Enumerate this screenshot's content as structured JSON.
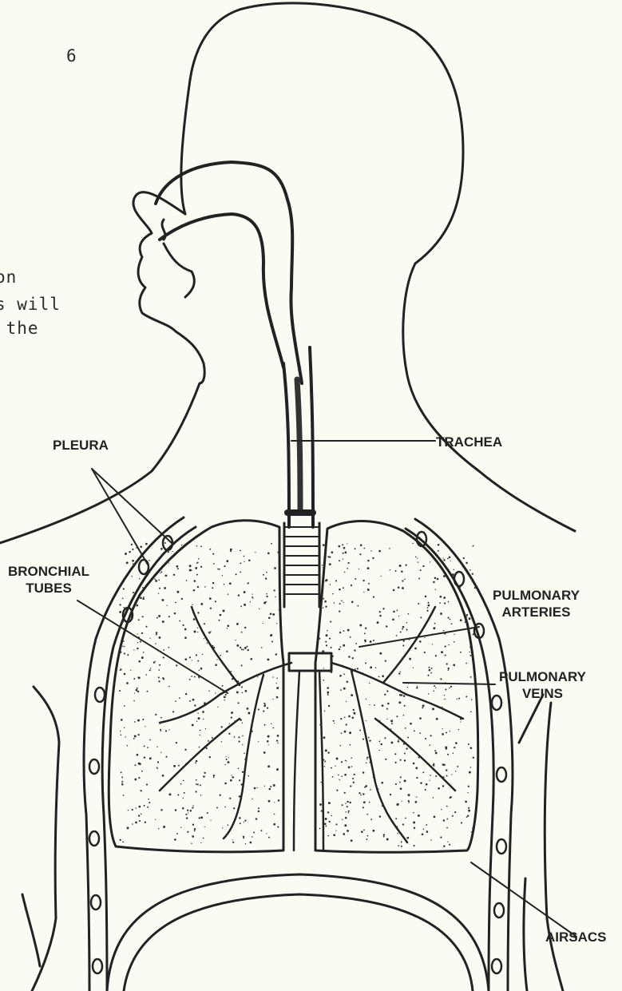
{
  "page": {
    "page_number": "6",
    "fragment_lines": [
      ".",
      "on",
      "s will",
      " the"
    ]
  },
  "diagram": {
    "labels": {
      "pleura": "PLEURA",
      "trachea": "TRACHEA",
      "bronchial_tubes": "BRONCHIAL\nTUBES",
      "pulmonary_arteries": "PULMONARY\nARTERIES",
      "pulmonary_veins": "PULMONARY\nVEINS",
      "airsacs": "AIRSACS"
    },
    "colors": {
      "paper": "#fbfaf3",
      "ink": "#222222"
    }
  }
}
